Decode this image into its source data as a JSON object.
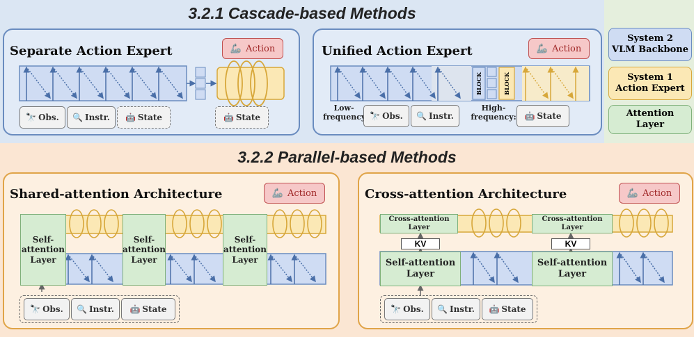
{
  "sections": {
    "cascade_title": "3.2.1 Cascade-based Methods",
    "parallel_title": "3.2.2 Parallel-based Methods"
  },
  "panels": {
    "separate": {
      "title": "Separate Action Expert"
    },
    "unified": {
      "title": "Unified Action Expert",
      "low_freq": "Low-\nfrequency:",
      "high_freq": "High-\nfrequency:",
      "block": "BLOCK"
    },
    "shared": {
      "title": "Shared-attention Architecture",
      "self_attention": "Self-\nattention\nLayer"
    },
    "cross": {
      "title": "Cross-attention Architecture",
      "cross_attention": "Cross-attention\nLayer",
      "self_attention": "Self-attention\nLayer",
      "kv": "KV"
    }
  },
  "labels": {
    "action": "Action",
    "obs": "Obs.",
    "instr": "Instr.",
    "state": "State"
  },
  "legend": {
    "system2": "System 2\nVLM Backbone",
    "system1": "System 1\nAction Expert",
    "attention": "Attention\nLayer"
  },
  "colors": {
    "vlm_fill": "#cfdcf3",
    "vlm_stroke": "#6a8cbf",
    "action_fill": "#fbe8b5",
    "action_stroke": "#d7a73a",
    "attention_fill": "#d6ecd2",
    "action_button": "#f6c8c8"
  },
  "icons": [
    "telescope-icon",
    "document-search-icon",
    "robot-icon",
    "robot-arm-icon",
    "loop-arrow-icon"
  ]
}
